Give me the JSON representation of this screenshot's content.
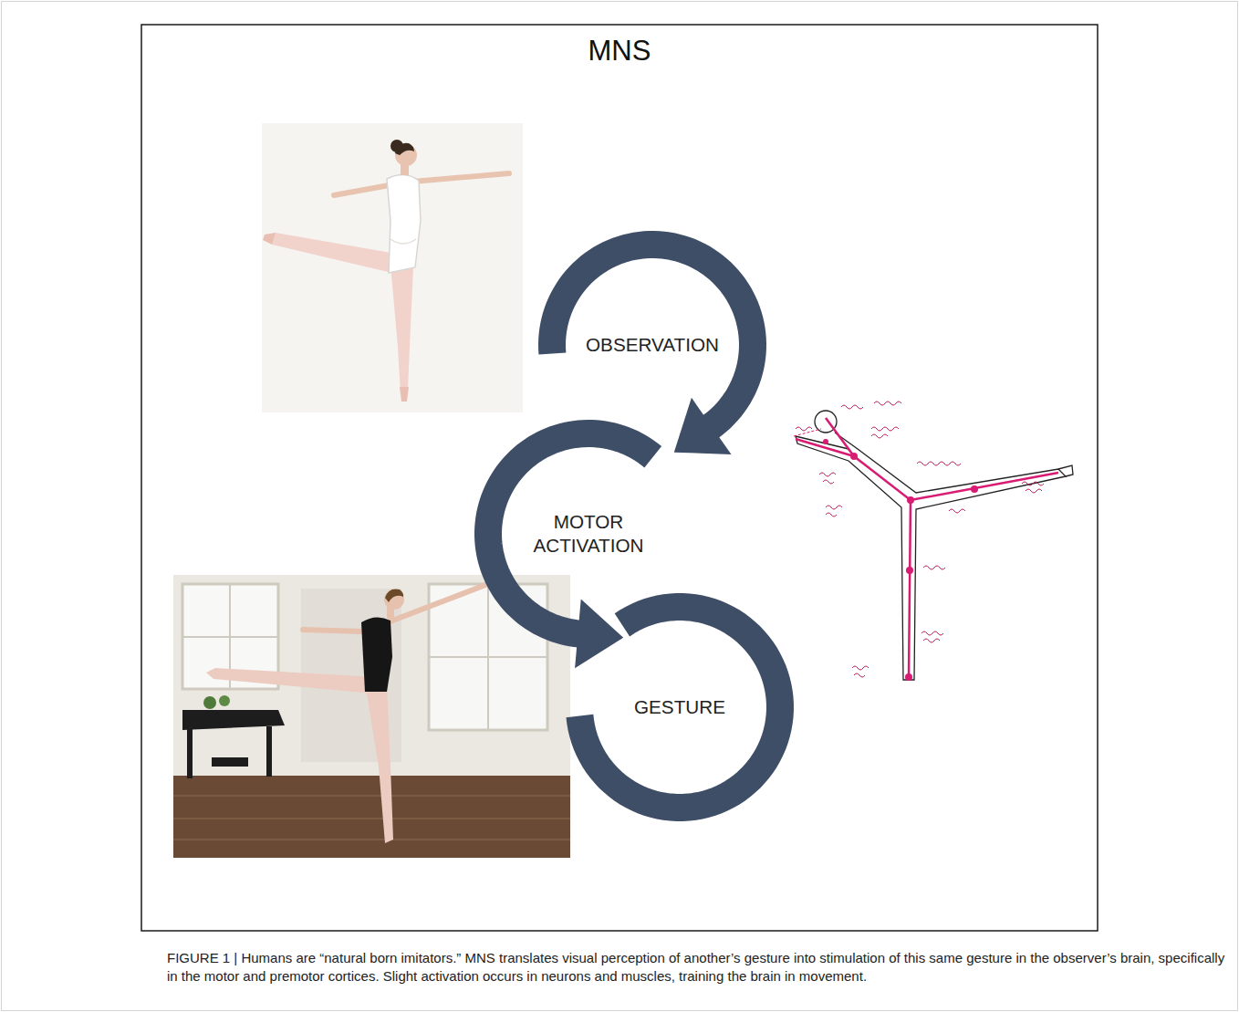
{
  "diagram": {
    "title": "MNS",
    "caption": "FIGURE 1 | Humans are “natural born imitators.” MNS translates visual perception of another’s gesture into stimulation of this same gesture in the observer’s brain, specifically in the motor and premotor cortices. Slight activation occurs in neurons and muscles, training the brain in movement.",
    "nodes": [
      {
        "text": [
          "OBSERVATION"
        ]
      },
      {
        "text": [
          "MOTOR ACTIVATION"
        ]
      },
      {
        "text": [
          "GESTURE"
        ]
      }
    ],
    "edges": [
      {
        "from": 0,
        "to": 1,
        "arrow": "to"
      },
      {
        "from": 1,
        "to": 2,
        "arrow": "to"
      }
    ]
  }
}
